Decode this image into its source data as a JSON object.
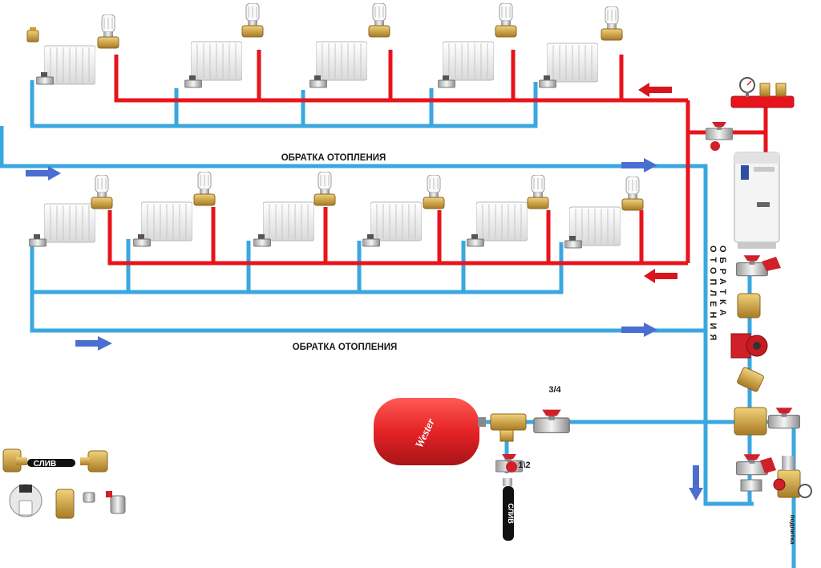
{
  "labels": {
    "return_upper": "ОБРАТКА ОТОПЛЕНИЯ",
    "return_lower": "ОБРАТКА ОТОПЛЕНИЯ",
    "return_vertical": "ОБРАТКА ОТОПЛЕНИЯ",
    "drain_tank": "СЛИВ",
    "drain_kit": "СЛИВ",
    "size_valve": "3/4",
    "size_drain": "1\\2",
    "feed": "подпитка",
    "tank_brand": "Wester"
  },
  "colors": {
    "supply_pipe": "#e8141c",
    "return_pipe": "#3aa7e0",
    "arrow_red": "#d8141c",
    "arrow_blue": "#4a6fd0",
    "radiator": "#f2f2f2",
    "tank": "#e52326",
    "brass": "#c89b3c",
    "valve_handle": "#d0202a"
  },
  "icons": {
    "radiator": "radiator-icon",
    "thermo_head": "thermostatic-head-icon",
    "boiler": "electric-boiler-icon",
    "pump": "circulation-pump-icon",
    "tank": "expansion-tank-icon"
  }
}
